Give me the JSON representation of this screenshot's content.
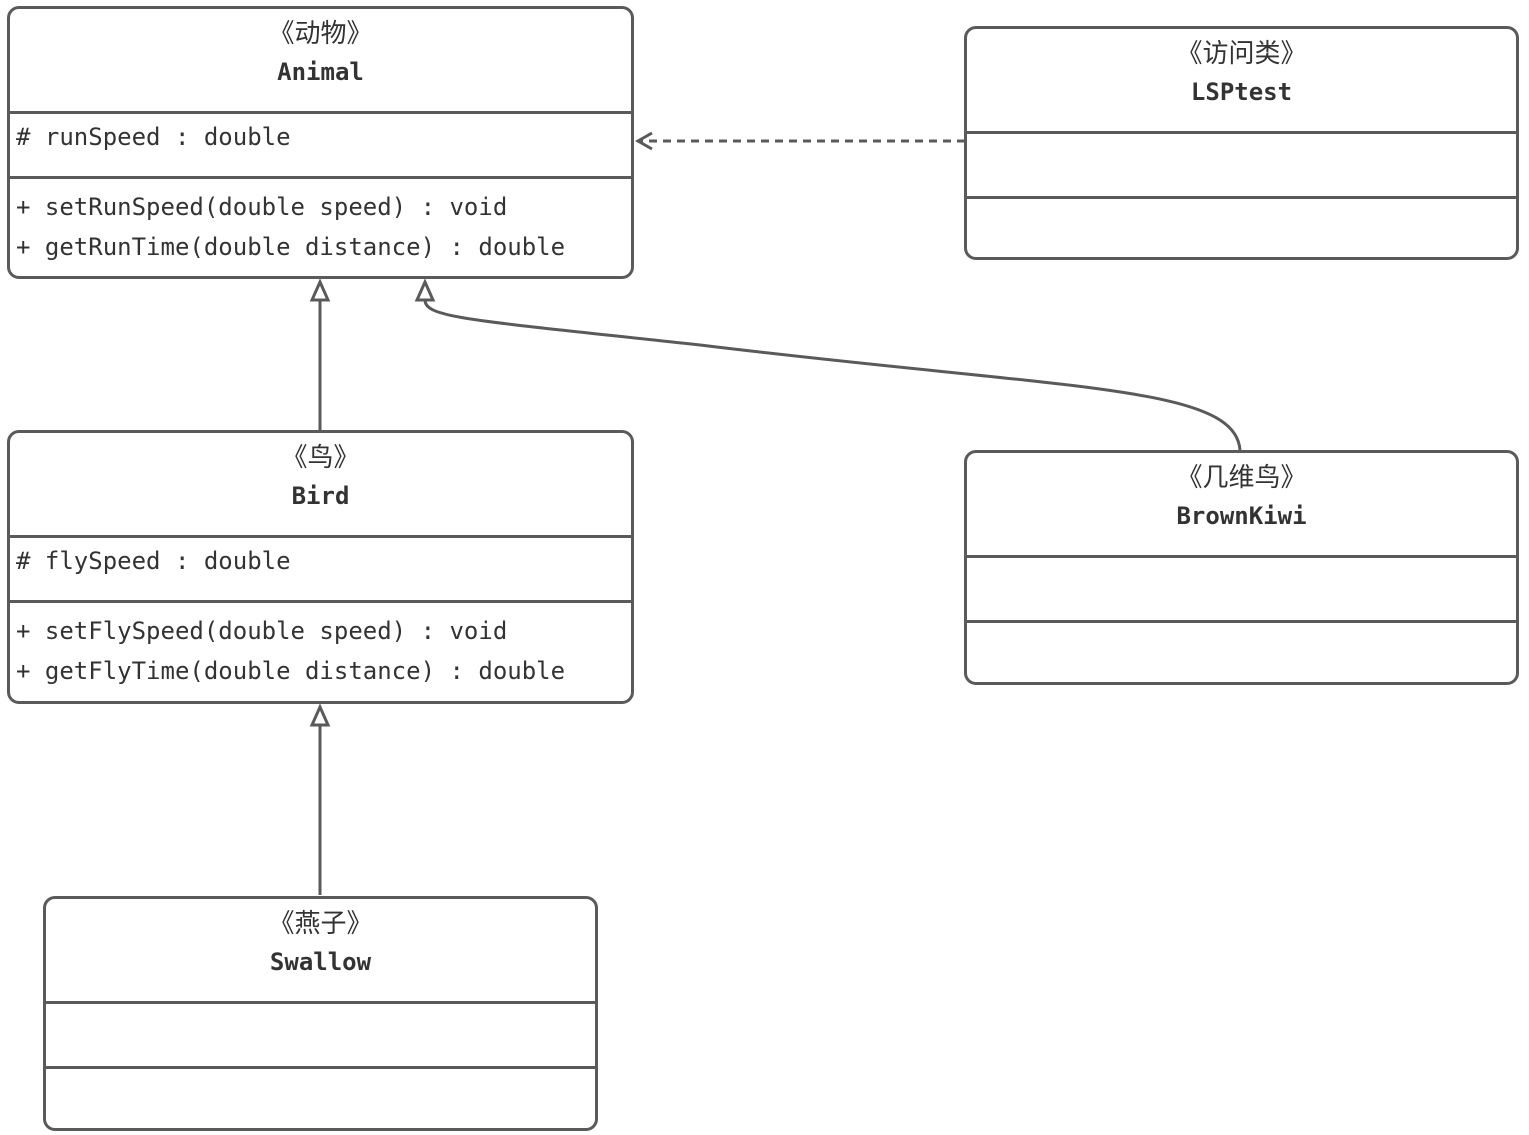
{
  "diagram": {
    "classes": {
      "animal": {
        "stereotype": "《动物》",
        "name": "Animal",
        "attributes": [
          "# runSpeed : double"
        ],
        "methods": [
          "+ setRunSpeed(double speed) : void",
          "+ getRunTime(double distance) : double"
        ]
      },
      "lsptest": {
        "stereotype": "《访问类》",
        "name": "LSPtest",
        "attributes": [],
        "methods": []
      },
      "bird": {
        "stereotype": "《鸟》",
        "name": "Bird",
        "attributes": [
          "# flySpeed : double"
        ],
        "methods": [
          "+ setFlySpeed(double speed) : void",
          "+ getFlyTime(double distance) : double"
        ]
      },
      "brownkiwi": {
        "stereotype": "《几维鸟》",
        "name": "BrownKiwi",
        "attributes": [],
        "methods": []
      },
      "swallow": {
        "stereotype": "《燕子》",
        "name": "Swallow",
        "attributes": [],
        "methods": []
      }
    },
    "relations": [
      {
        "type": "dependency",
        "from": "LSPtest",
        "to": "Animal"
      },
      {
        "type": "generalization",
        "from": "Bird",
        "to": "Animal"
      },
      {
        "type": "generalization",
        "from": "BrownKiwi",
        "to": "Animal"
      },
      {
        "type": "generalization",
        "from": "Swallow",
        "to": "Bird"
      }
    ],
    "colors": {
      "stroke": "#5a5a5a",
      "text": "#333333",
      "background": "#ffffff"
    }
  }
}
